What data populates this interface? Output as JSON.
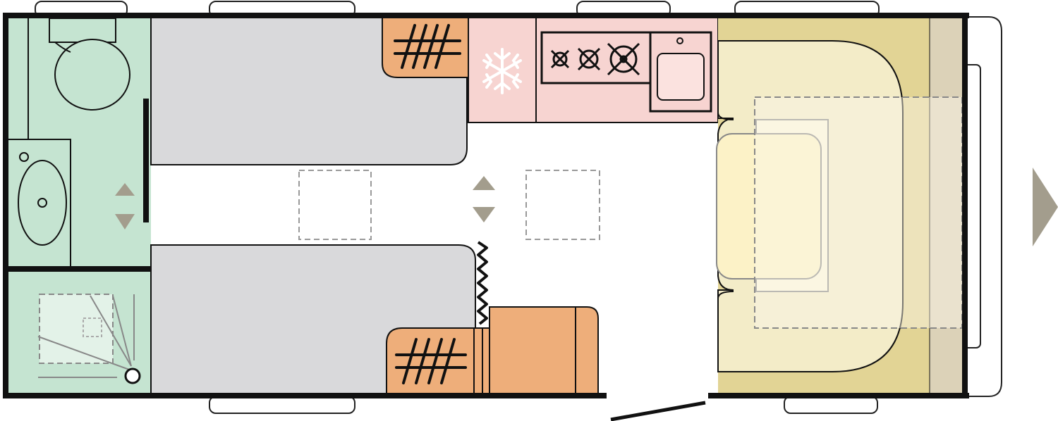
{
  "floorplan": {
    "title": "",
    "zones": [
      {
        "id": "bathroom",
        "type": "washroom"
      },
      {
        "id": "shower",
        "type": "shower"
      },
      {
        "id": "bed-left",
        "type": "single-bed"
      },
      {
        "id": "bed-right",
        "type": "single-bed"
      },
      {
        "id": "wardrobe-top",
        "type": "wardrobe"
      },
      {
        "id": "wardrobe-bottom",
        "type": "wardrobe"
      },
      {
        "id": "fridge",
        "type": "fridge"
      },
      {
        "id": "kitchen",
        "type": "hob-and-sink"
      },
      {
        "id": "cupboard",
        "type": "cupboard"
      },
      {
        "id": "lounge",
        "type": "u-shaped-seating"
      },
      {
        "id": "table",
        "type": "table"
      },
      {
        "id": "roof-lights",
        "count": 2
      },
      {
        "id": "entry-door",
        "type": "door"
      }
    ],
    "direction": "front-of-caravan-right",
    "colors": {
      "bathroom": "#c5e4d1",
      "bed": "#d9d9db",
      "wardrobe": "#eeae7a",
      "kitchen": "#f7d4d1",
      "lounge": "#e2d495",
      "lounge_front": "#f3ecc8",
      "table": "#fbf6dc",
      "arrow": "#a39d8d",
      "outline": "#111111"
    }
  }
}
